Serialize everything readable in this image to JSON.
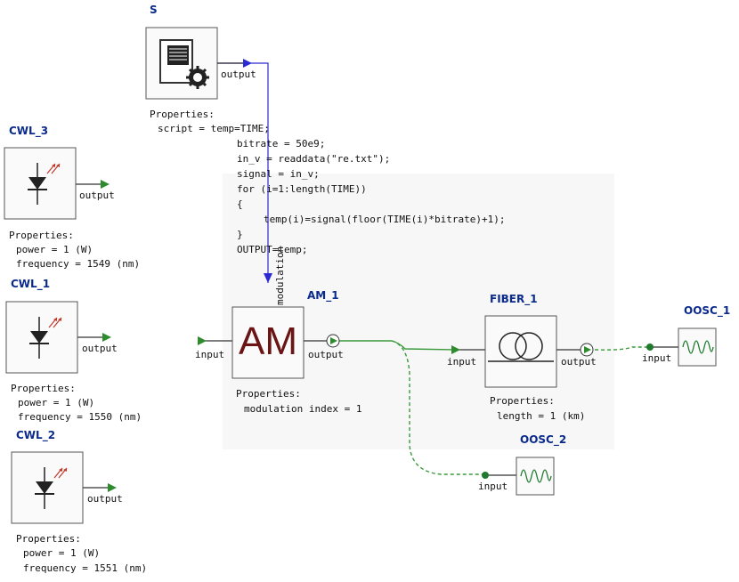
{
  "blocks": {
    "script": {
      "name": "S",
      "port": "output",
      "properties_title": "Properties:",
      "script_lines": [
        "script = temp=TIME;",
        "bitrate = 50e9;",
        "in_v = readdata(\"re.txt\");",
        "signal = in_v;",
        "for (i=1:length(TIME))",
        "{",
        "temp(i)=signal(floor(TIME(i)*bitrate)+1);",
        "}",
        "OUTPUT=temp;"
      ]
    },
    "cwl3": {
      "name": "CWL_3",
      "port": "output",
      "properties_title": "Properties:",
      "power": "power = 1 (W)",
      "frequency": "frequency = 1549 (nm)"
    },
    "cwl1": {
      "name": "CWL_1",
      "port": "output",
      "properties_title": "Properties:",
      "power": "power = 1 (W)",
      "frequency": "frequency = 1550 (nm)"
    },
    "cwl2": {
      "name": "CWL_2",
      "port": "output",
      "properties_title": "Properties:",
      "power": "power = 1 (W)",
      "frequency": "frequency = 1551 (nm)"
    },
    "am1": {
      "name": "AM_1",
      "glyph": "AM",
      "port_in": "input",
      "port_out": "output",
      "port_mod": "modulation",
      "properties_title": "Properties:",
      "mod_index": "modulation index = 1"
    },
    "fiber1": {
      "name": "FIBER_1",
      "port_in": "input",
      "port_out": "output",
      "properties_title": "Properties:",
      "length": "length = 1 (km)"
    },
    "oosc1": {
      "name": "OOSC_1",
      "port_in": "input"
    },
    "oosc2": {
      "name": "OOSC_2",
      "port_in": "input"
    }
  },
  "colors": {
    "block_name": "#0a2a8c",
    "electrical_link": "#2a2ad0",
    "optical_link": "#3a9a3a",
    "port_arrow": "#2e8b2e",
    "am_glyph": "#6b1414",
    "laser_arrow": "#c0392b"
  }
}
